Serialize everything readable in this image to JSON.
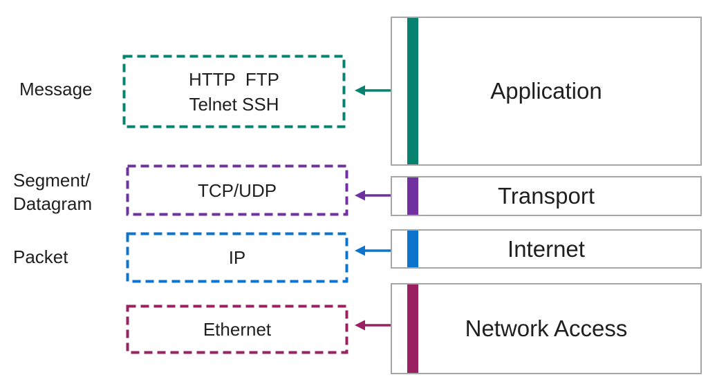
{
  "rows": [
    {
      "pdu_label": "Message",
      "protocols": "HTTP  FTP\nTelnet SSH",
      "layer": "Application",
      "color": "#07826E"
    },
    {
      "pdu_label": "Segment/\nDatagram",
      "protocols": "TCP/UDP",
      "layer": "Transport",
      "color": "#7030A0"
    },
    {
      "pdu_label": "Packet",
      "protocols": "IP",
      "layer": "Internet",
      "color": "#0C74CC"
    },
    {
      "pdu_label": "",
      "protocols": "Ethernet",
      "layer": "Network Access",
      "color": "#9A2161"
    }
  ],
  "colors": {
    "layer_box_border": "#A6A6A6",
    "text": "#1f1f1f",
    "background": "#FFFFFF"
  }
}
